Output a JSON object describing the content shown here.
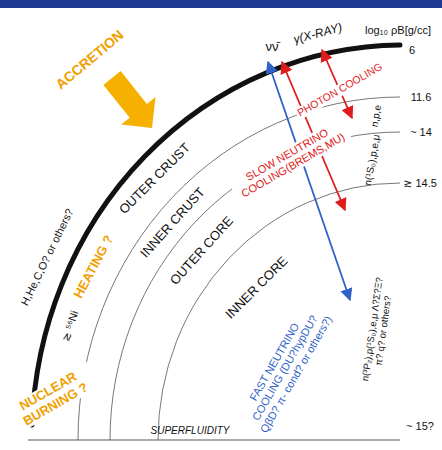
{
  "diagram": {
    "labels": [
      "log₁₀ ρB[g/cc]",
      "γ(X-RAY)",
      "νν̄",
      "6",
      "11.6",
      "~ 14",
      "≳ 14.5",
      "~ 15?",
      "ACCRETION",
      "H,He,C,O? or others?",
      "OUTER CRUST",
      "INNER CRUST",
      "OUTER CORE",
      "INNER CORE",
      "≳ ⁵⁶Ni",
      "HEATING ?",
      "NUCLEAR BURNING ?",
      "PHOTON COOLING",
      "SLOW NEUTRINO COOLING(BREMS,MU)",
      "FAST NEUTRINO COOLING (DU?hypDU?QβD? π- cond? or others?)",
      "n,p,e",
      "n(¹S₀),p,e,μ",
      "n(³P₂),p(¹S₀),e,μ Λ?Σ?Ξ?π? q? or others?",
      "SUPERFLUIDITY"
    ]
  }
}
